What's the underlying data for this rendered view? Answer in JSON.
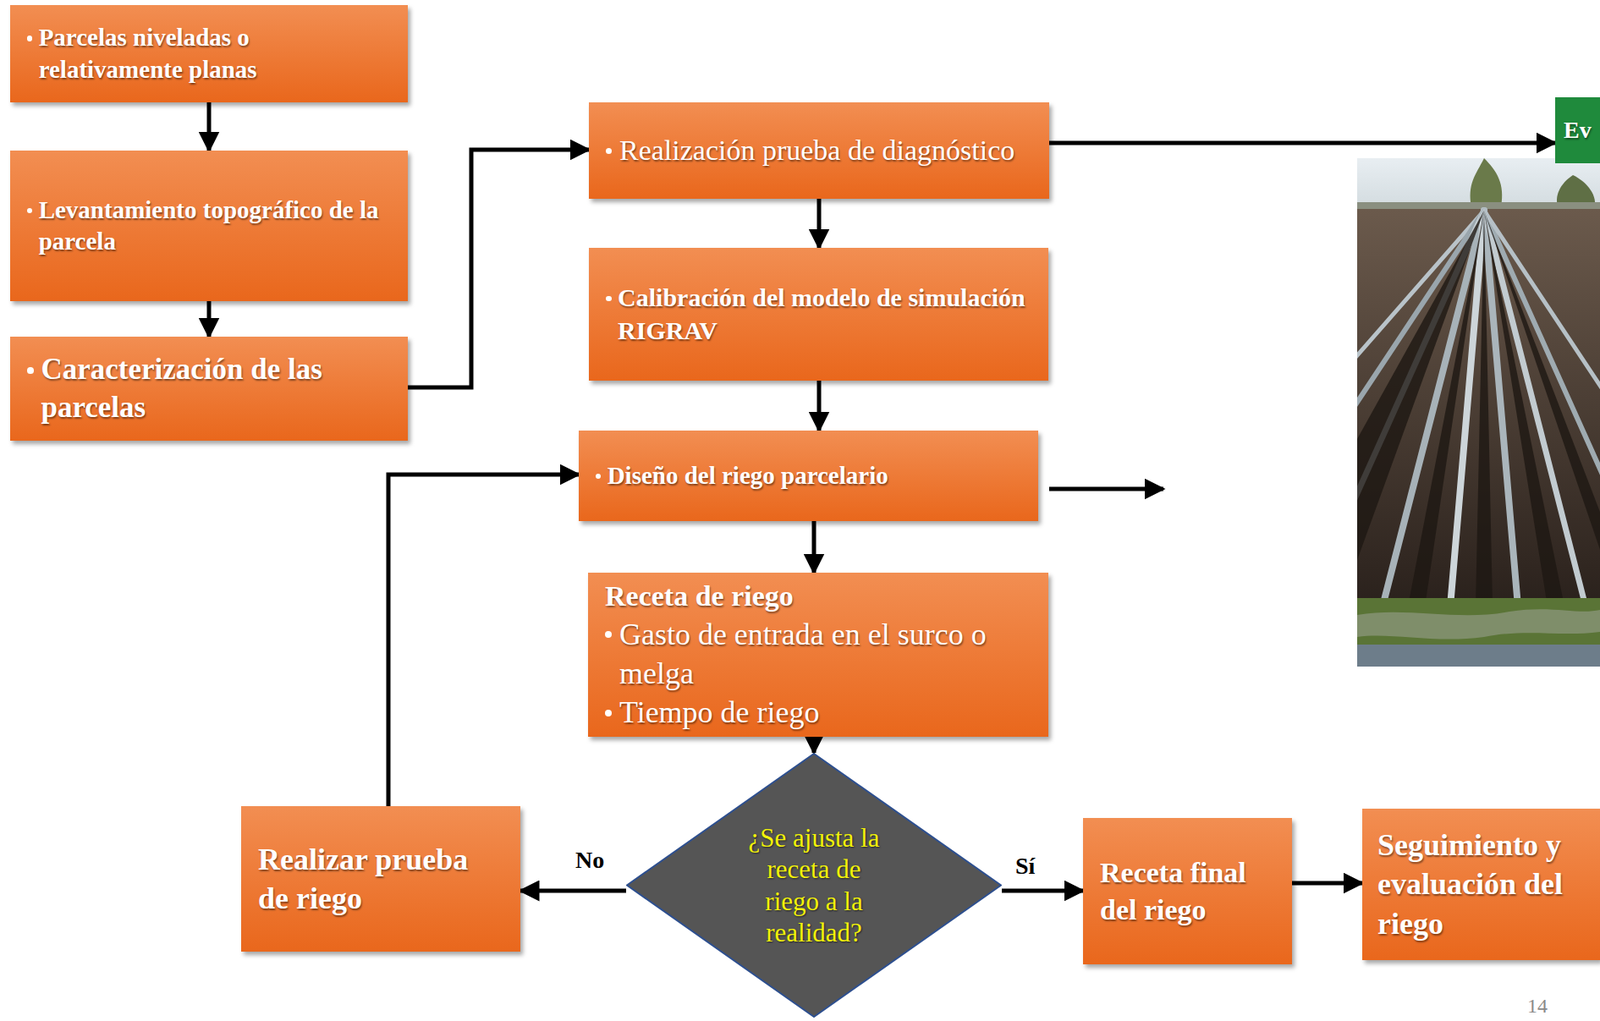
{
  "diagram": {
    "nodes": [
      {
        "text": [
          "Parcelas niveladas o relativamente planas"
        ]
      },
      {
        "text": [
          "Levantamiento topográfico de la parcela"
        ]
      },
      {
        "text": [
          "Caracterización de las parcelas"
        ]
      },
      {
        "text": [
          "Realización prueba de diagnóstico"
        ]
      },
      {
        "text": [
          "Ev"
        ]
      },
      {
        "text": [
          "Calibración del modelo de simulación RIGRAV"
        ]
      },
      {
        "text": [
          "Diseño del riego parcelario"
        ]
      },
      {
        "text": [
          "Receta de riego",
          "Gasto de entrada en el surco o melga",
          "Tiempo de riego"
        ]
      },
      {
        "text": [
          "¿Se ajusta la receta de riego a la realidad?"
        ]
      },
      {
        "text": [
          "Realizar prueba de riego"
        ]
      },
      {
        "text": [
          "Receta final del riego"
        ]
      },
      {
        "text": [
          "Seguimiento y evaluación del riego"
        ]
      }
    ],
    "edges": [
      {
        "from": 0,
        "to": 1,
        "arrow": "to"
      },
      {
        "from": 1,
        "to": 2,
        "arrow": "to"
      },
      {
        "from": 2,
        "to": 3,
        "arrow": "to"
      },
      {
        "from": 3,
        "to": 4,
        "arrow": "to"
      },
      {
        "from": 3,
        "to": 5,
        "arrow": "to"
      },
      {
        "from": 5,
        "to": 6,
        "arrow": "to"
      },
      {
        "from": 6,
        "to": 7,
        "arrow": "to"
      },
      {
        "from": 7,
        "to": 8,
        "arrow": "to"
      },
      {
        "from": 8,
        "to": 9,
        "label": "No",
        "arrow": "to"
      },
      {
        "from": 9,
        "to": 6,
        "arrow": "to"
      },
      {
        "from": 8,
        "to": 10,
        "label": "Sí",
        "arrow": "to"
      },
      {
        "from": 10,
        "to": 11,
        "arrow": "to"
      }
    ],
    "labels": [
      "14"
    ]
  }
}
